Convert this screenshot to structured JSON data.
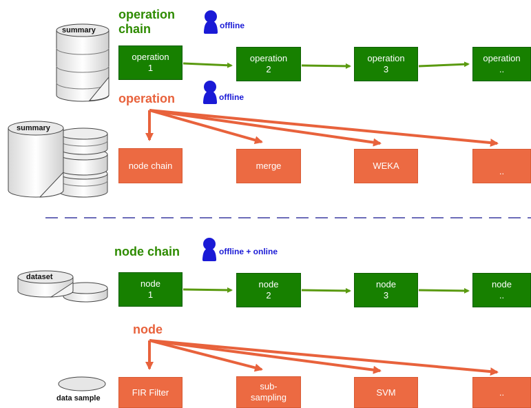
{
  "colors": {
    "green_box": "#178000",
    "green_text": "#2e8b00",
    "green_arrow": "#5a9a10",
    "orange": "#ec6a42",
    "blue": "#1a1ad6",
    "divider": "#3a3aa0"
  },
  "top_section": {
    "operation_chain": {
      "title_line1": "operation",
      "title_line2": "chain",
      "mode": "offline",
      "store_label": "summary",
      "steps": [
        {
          "line1": "operation",
          "line2": "1"
        },
        {
          "line1": "operation",
          "line2": "2"
        },
        {
          "line1": "operation",
          "line2": "3"
        },
        {
          "line1": "operation",
          "line2": ".."
        }
      ]
    },
    "operation": {
      "title": "operation",
      "mode": "offline",
      "store_label": "summary",
      "children": [
        "node chain",
        "merge",
        "WEKA",
        ".."
      ]
    }
  },
  "bottom_section": {
    "node_chain": {
      "title": "node chain",
      "mode": "offline + online",
      "store_label": "dataset",
      "steps": [
        {
          "line1": "node",
          "line2": "1"
        },
        {
          "line1": "node",
          "line2": "2"
        },
        {
          "line1": "node",
          "line2": "3"
        },
        {
          "line1": "node",
          "line2": ".."
        }
      ]
    },
    "node": {
      "title": "node",
      "sample_label": "data sample",
      "children": [
        {
          "line1": "FIR Filter",
          "line2": ""
        },
        {
          "line1": "sub-",
          "line2": "sampling"
        },
        {
          "line1": "SVM",
          "line2": ""
        },
        {
          "line1": "..",
          "line2": ""
        }
      ]
    }
  }
}
